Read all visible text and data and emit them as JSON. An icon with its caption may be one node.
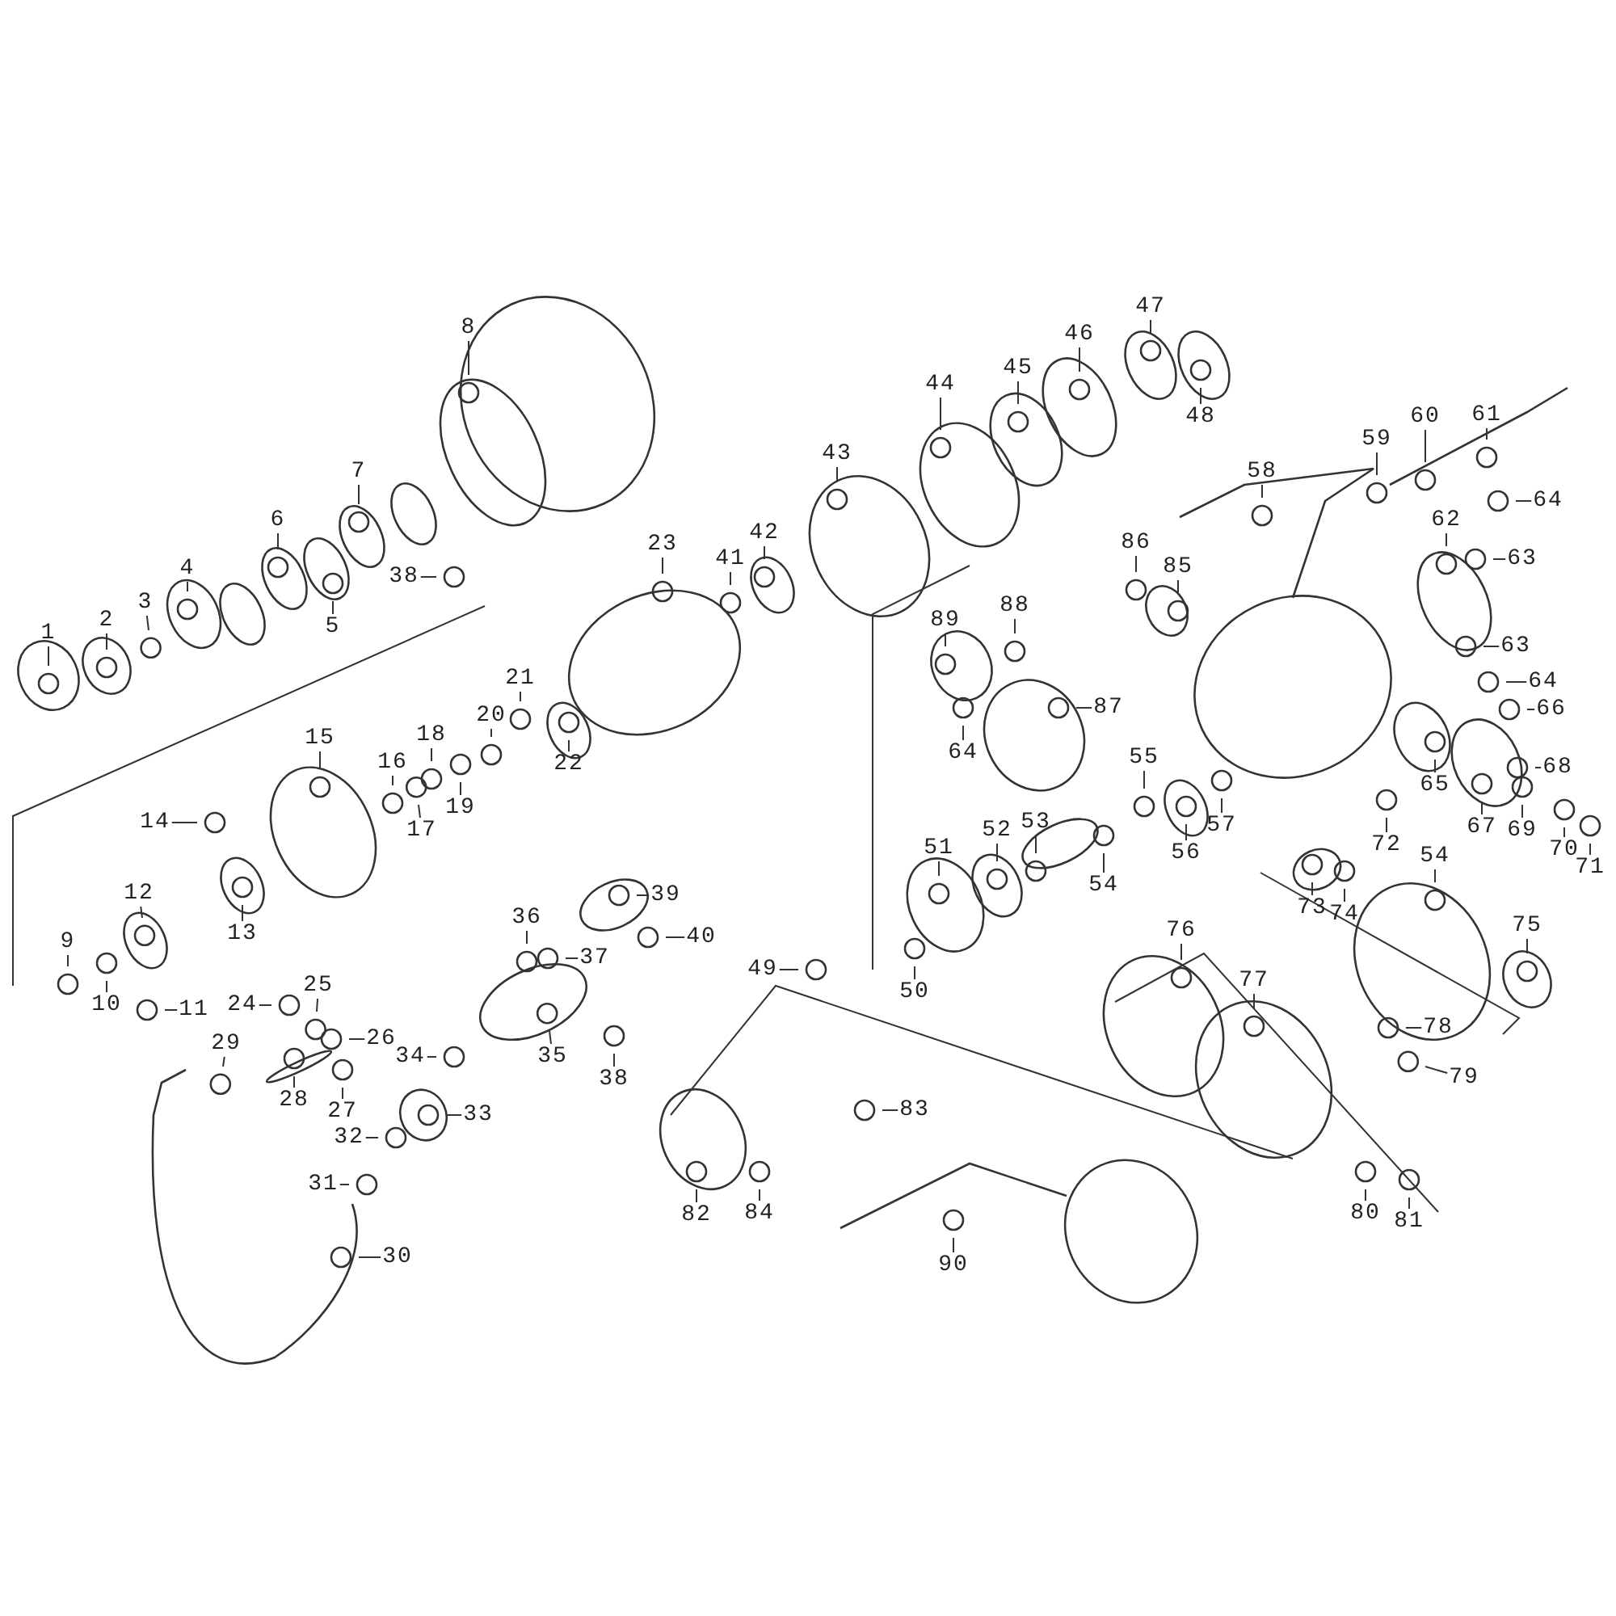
{
  "diagram": {
    "nodes": [
      {
        "text": [
          "1"
        ]
      },
      {
        "text": [
          "2"
        ]
      },
      {
        "text": [
          "3"
        ]
      },
      {
        "text": [
          "4"
        ]
      },
      {
        "text": [
          "5"
        ]
      },
      {
        "text": [
          "6"
        ]
      },
      {
        "text": [
          "7"
        ]
      },
      {
        "text": [
          "8"
        ]
      },
      {
        "text": [
          "9"
        ]
      },
      {
        "text": [
          "10"
        ]
      },
      {
        "text": [
          "11"
        ]
      },
      {
        "text": [
          "12"
        ]
      },
      {
        "text": [
          "13"
        ]
      },
      {
        "text": [
          "14"
        ]
      },
      {
        "text": [
          "15"
        ]
      },
      {
        "text": [
          "16"
        ]
      },
      {
        "text": [
          "17"
        ]
      },
      {
        "text": [
          "18"
        ]
      },
      {
        "text": [
          "19"
        ]
      },
      {
        "text": [
          "20"
        ]
      },
      {
        "text": [
          "21"
        ]
      },
      {
        "text": [
          "22"
        ]
      },
      {
        "text": [
          "23"
        ]
      },
      {
        "text": [
          "24"
        ]
      },
      {
        "text": [
          "25"
        ]
      },
      {
        "text": [
          "26"
        ]
      },
      {
        "text": [
          "27"
        ]
      },
      {
        "text": [
          "28"
        ]
      },
      {
        "text": [
          "29"
        ]
      },
      {
        "text": [
          "30"
        ]
      },
      {
        "text": [
          "31"
        ]
      },
      {
        "text": [
          "32"
        ]
      },
      {
        "text": [
          "33"
        ]
      },
      {
        "text": [
          "34"
        ]
      },
      {
        "text": [
          "35"
        ]
      },
      {
        "text": [
          "36"
        ]
      },
      {
        "text": [
          "37"
        ]
      },
      {
        "text": [
          "38"
        ]
      },
      {
        "text": [
          "38"
        ]
      },
      {
        "text": [
          "39"
        ]
      },
      {
        "text": [
          "40"
        ]
      },
      {
        "text": [
          "41"
        ]
      },
      {
        "text": [
          "42"
        ]
      },
      {
        "text": [
          "43"
        ]
      },
      {
        "text": [
          "44"
        ]
      },
      {
        "text": [
          "45"
        ]
      },
      {
        "text": [
          "46"
        ]
      },
      {
        "text": [
          "47"
        ]
      },
      {
        "text": [
          "48"
        ]
      },
      {
        "text": [
          "49"
        ]
      },
      {
        "text": [
          "50"
        ]
      },
      {
        "text": [
          "51"
        ]
      },
      {
        "text": [
          "52"
        ]
      },
      {
        "text": [
          "53"
        ]
      },
      {
        "text": [
          "54"
        ]
      },
      {
        "text": [
          "54"
        ]
      },
      {
        "text": [
          "55"
        ]
      },
      {
        "text": [
          "56"
        ]
      },
      {
        "text": [
          "57"
        ]
      },
      {
        "text": [
          "58"
        ]
      },
      {
        "text": [
          "59"
        ]
      },
      {
        "text": [
          "60"
        ]
      },
      {
        "text": [
          "61"
        ]
      },
      {
        "text": [
          "62"
        ]
      },
      {
        "text": [
          "63"
        ]
      },
      {
        "text": [
          "63"
        ]
      },
      {
        "text": [
          "64"
        ]
      },
      {
        "text": [
          "64"
        ]
      },
      {
        "text": [
          "64"
        ]
      },
      {
        "text": [
          "65"
        ]
      },
      {
        "text": [
          "66"
        ]
      },
      {
        "text": [
          "67"
        ]
      },
      {
        "text": [
          "68"
        ]
      },
      {
        "text": [
          "69"
        ]
      },
      {
        "text": [
          "70"
        ]
      },
      {
        "text": [
          "71"
        ]
      },
      {
        "text": [
          "72"
        ]
      },
      {
        "text": [
          "73"
        ]
      },
      {
        "text": [
          "74"
        ]
      },
      {
        "text": [
          "75"
        ]
      },
      {
        "text": [
          "76"
        ]
      },
      {
        "text": [
          "77"
        ]
      },
      {
        "text": [
          "78"
        ]
      },
      {
        "text": [
          "79"
        ]
      },
      {
        "text": [
          "80"
        ]
      },
      {
        "text": [
          "81"
        ]
      },
      {
        "text": [
          "82"
        ]
      },
      {
        "text": [
          "83"
        ]
      },
      {
        "text": [
          "84"
        ]
      },
      {
        "text": [
          "85"
        ]
      },
      {
        "text": [
          "86"
        ]
      },
      {
        "text": [
          "87"
        ]
      },
      {
        "text": [
          "88"
        ]
      },
      {
        "text": [
          "89"
        ]
      },
      {
        "text": [
          "90"
        ]
      }
    ],
    "edges": [
      {
        "from": 0,
        "to": null,
        "arrow": "none"
      },
      {
        "from": 1,
        "to": null,
        "arrow": "none"
      },
      {
        "from": 2,
        "to": null,
        "arrow": "none"
      },
      {
        "from": 3,
        "to": null,
        "arrow": "none"
      },
      {
        "from": 4,
        "to": null,
        "arrow": "none"
      },
      {
        "from": 5,
        "to": null,
        "arrow": "none"
      },
      {
        "from": 6,
        "to": null,
        "arrow": "none"
      },
      {
        "from": 7,
        "to": null,
        "arrow": "none"
      },
      {
        "from": 8,
        "to": null,
        "arrow": "none"
      },
      {
        "from": 9,
        "to": null,
        "arrow": "none"
      },
      {
        "from": 10,
        "to": null,
        "arrow": "none"
      },
      {
        "from": 11,
        "to": null,
        "arrow": "none"
      },
      {
        "from": 12,
        "to": null,
        "arrow": "none"
      },
      {
        "from": 13,
        "to": null,
        "arrow": "none"
      },
      {
        "from": 14,
        "to": null,
        "arrow": "none"
      },
      {
        "from": 15,
        "to": null,
        "arrow": "none"
      },
      {
        "from": 16,
        "to": null,
        "arrow": "none"
      },
      {
        "from": 17,
        "to": null,
        "arrow": "none"
      },
      {
        "from": 18,
        "to": null,
        "arrow": "none"
      },
      {
        "from": 19,
        "to": null,
        "arrow": "none"
      },
      {
        "from": 20,
        "to": null,
        "arrow": "none"
      },
      {
        "from": 21,
        "to": null,
        "arrow": "none"
      },
      {
        "from": 22,
        "to": null,
        "arrow": "none"
      },
      {
        "from": 23,
        "to": null,
        "arrow": "none"
      },
      {
        "from": 24,
        "to": null,
        "arrow": "none"
      },
      {
        "from": 25,
        "to": null,
        "arrow": "none"
      },
      {
        "from": 26,
        "to": null,
        "arrow": "none"
      },
      {
        "from": 27,
        "to": null,
        "arrow": "none"
      },
      {
        "from": 28,
        "to": null,
        "arrow": "none"
      },
      {
        "from": 29,
        "to": null,
        "arrow": "none"
      },
      {
        "from": 30,
        "to": null,
        "arrow": "none"
      },
      {
        "from": 31,
        "to": null,
        "arrow": "none"
      },
      {
        "from": 32,
        "to": null,
        "arrow": "none"
      },
      {
        "from": 33,
        "to": null,
        "arrow": "none"
      },
      {
        "from": 34,
        "to": null,
        "arrow": "none"
      },
      {
        "from": 35,
        "to": null,
        "arrow": "none"
      },
      {
        "from": 36,
        "to": null,
        "arrow": "none"
      },
      {
        "from": 37,
        "to": null,
        "arrow": "none"
      },
      {
        "from": 38,
        "to": null,
        "arrow": "none"
      },
      {
        "from": 39,
        "to": null,
        "arrow": "none"
      },
      {
        "from": 40,
        "to": null,
        "arrow": "none"
      },
      {
        "from": 41,
        "to": null,
        "arrow": "none"
      },
      {
        "from": 42,
        "to": null,
        "arrow": "none"
      },
      {
        "from": 43,
        "to": null,
        "arrow": "none"
      },
      {
        "from": 44,
        "to": null,
        "arrow": "none"
      },
      {
        "from": 45,
        "to": null,
        "arrow": "none"
      },
      {
        "from": 46,
        "to": null,
        "arrow": "none"
      },
      {
        "from": 47,
        "to": null,
        "arrow": "none"
      },
      {
        "from": 48,
        "to": null,
        "arrow": "none"
      },
      {
        "from": 49,
        "to": null,
        "arrow": "none"
      },
      {
        "from": 50,
        "to": null,
        "arrow": "none"
      },
      {
        "from": 51,
        "to": null,
        "arrow": "none"
      },
      {
        "from": 52,
        "to": null,
        "arrow": "none"
      },
      {
        "from": 53,
        "to": null,
        "arrow": "none"
      },
      {
        "from": 54,
        "to": null,
        "arrow": "none"
      },
      {
        "from": 55,
        "to": null,
        "arrow": "none"
      },
      {
        "from": 56,
        "to": null,
        "arrow": "none"
      },
      {
        "from": 57,
        "to": null,
        "arrow": "none"
      },
      {
        "from": 58,
        "to": null,
        "arrow": "none"
      },
      {
        "from": 59,
        "to": null,
        "arrow": "none"
      },
      {
        "from": 60,
        "to": null,
        "arrow": "none"
      },
      {
        "from": 61,
        "to": null,
        "arrow": "none"
      },
      {
        "from": 62,
        "to": null,
        "arrow": "none"
      },
      {
        "from": 63,
        "to": null,
        "arrow": "none"
      },
      {
        "from": 64,
        "to": null,
        "arrow": "none"
      },
      {
        "from": 65,
        "to": null,
        "arrow": "none"
      },
      {
        "from": 66,
        "to": null,
        "arrow": "none"
      },
      {
        "from": 67,
        "to": null,
        "arrow": "none"
      },
      {
        "from": 68,
        "to": null,
        "arrow": "none"
      },
      {
        "from": 69,
        "to": null,
        "arrow": "none"
      },
      {
        "from": 70,
        "to": null,
        "arrow": "none"
      },
      {
        "from": 71,
        "to": null,
        "arrow": "none"
      },
      {
        "from": 72,
        "to": null,
        "arrow": "none"
      },
      {
        "from": 73,
        "to": null,
        "arrow": "none"
      },
      {
        "from": 74,
        "to": null,
        "arrow": "none"
      },
      {
        "from": 75,
        "to": null,
        "arrow": "none"
      },
      {
        "from": 76,
        "to": null,
        "arrow": "none"
      },
      {
        "from": 77,
        "to": null,
        "arrow": "none"
      },
      {
        "from": 78,
        "to": null,
        "arrow": "none"
      },
      {
        "from": 79,
        "to": null,
        "arrow": "none"
      },
      {
        "from": 80,
        "to": null,
        "arrow": "none"
      },
      {
        "from": 81,
        "to": null,
        "arrow": "none"
      },
      {
        "from": 82,
        "to": null,
        "arrow": "none"
      },
      {
        "from": 83,
        "to": null,
        "arrow": "none"
      },
      {
        "from": 84,
        "to": null,
        "arrow": "none"
      },
      {
        "from": 85,
        "to": null,
        "arrow": "none"
      },
      {
        "from": 86,
        "to": null,
        "arrow": "none"
      },
      {
        "from": 87,
        "to": null,
        "arrow": "none"
      },
      {
        "from": 88,
        "to": null,
        "arrow": "none"
      },
      {
        "from": 89,
        "to": null,
        "arrow": "none"
      },
      {
        "from": 90,
        "to": null,
        "arrow": "none"
      },
      {
        "from": 91,
        "to": null,
        "arrow": "none"
      },
      {
        "from": 92,
        "to": null,
        "arrow": "none"
      },
      {
        "from": 93,
        "to": null,
        "arrow": "none"
      },
      {
        "from": 94,
        "to": null,
        "arrow": "none"
      }
    ]
  }
}
